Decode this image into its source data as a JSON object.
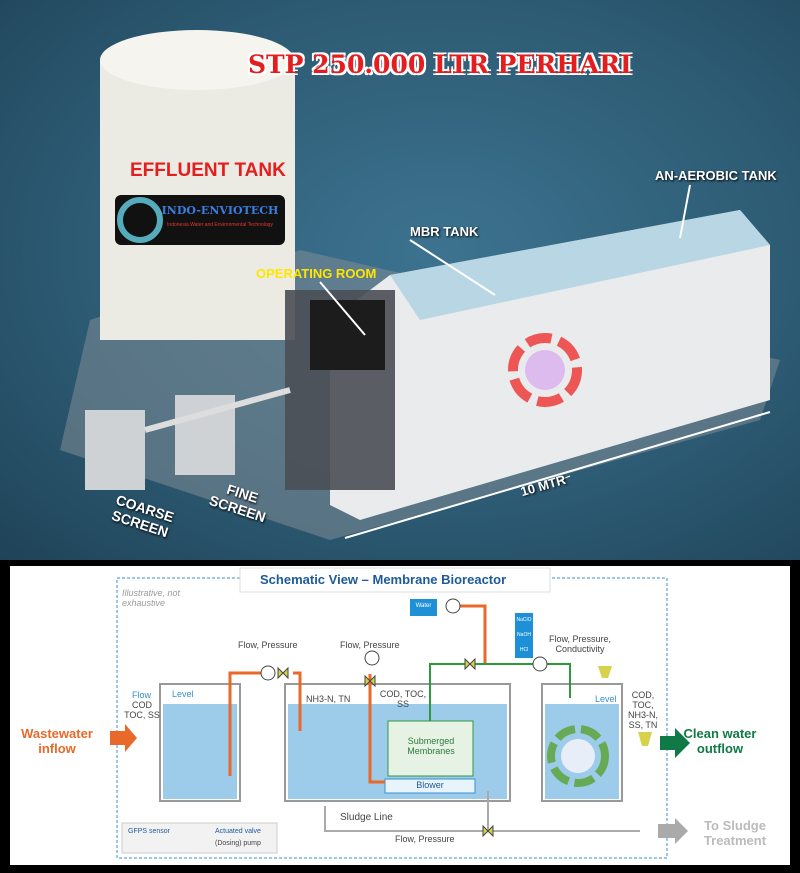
{
  "render": {
    "title": "STP 250.000 LTR PERHARI",
    "labels": {
      "effluent_tank": "EFFLUENT TANK",
      "operating_room": "OPERATING ROOM",
      "mbr_tank": "MBR TANK",
      "anaerobic_tank": "AN-AEROBIC TANK",
      "length": "10 MTR",
      "coarse_screen": "COARSE SCREEN",
      "fine_screen": "FINE SCREEN"
    },
    "logo": {
      "name": "INDO-ENVIOTECH",
      "tagline": "Indonesia Water and Environmental Technology"
    }
  },
  "schematic": {
    "title": "Schematic View – Membrane Bioreactor",
    "note": "Illustrative, not exhaustive",
    "inflow": "Wastewater inflow",
    "outflow": "Clean water outflow",
    "sludge_out": "To Sludge Treatment",
    "inlet_params_flow": "Flow",
    "inlet_params": "COD TOC, SS",
    "tank1_level": "Level",
    "pump1_label": "Flow, Pressure",
    "pump2_label": "Flow, Pressure",
    "tank2_params": "NH3-N, TN",
    "tank2_params2": "COD, TOC, SS",
    "membranes": "Submerged Membranes",
    "blower": "Blower",
    "water_tank": "Water",
    "chemicals": [
      "NaClO",
      "NaOH",
      "HCl"
    ],
    "permeate_label": "Flow, Pressure, Conductivity",
    "tank3_level": "Level",
    "outlet_params": "COD, TOC, NH3-N, SS, TN",
    "sludge_line": "Sludge Line",
    "sludge_flow": "Flow, Pressure",
    "legend": {
      "sensor": "GFPS sensor",
      "valve": "Actuated valve",
      "pump": "(Dosing) pump"
    },
    "colors": {
      "feed": "#e8692a",
      "permeate": "#2e9a3e",
      "water": "#9dcbea",
      "title": "#1d5a9a"
    }
  }
}
